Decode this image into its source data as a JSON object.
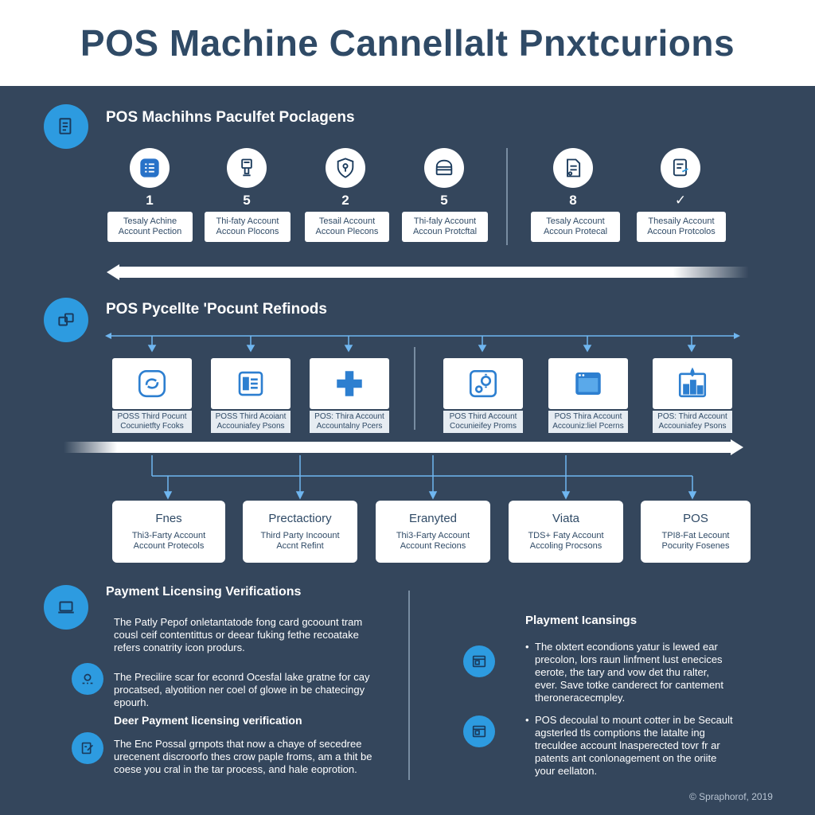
{
  "title": "POS Machine Cannellalt Pnxtcurions",
  "section1": {
    "title": "POS Machihns Paculfet Poclagens",
    "items": [
      {
        "num": "1",
        "label": "Tesaly Achine\nAccount Pection",
        "icon": "list-icon"
      },
      {
        "num": "5",
        "label": "Thi-faty Account\nAccoun Plocons",
        "icon": "pos-terminal-icon"
      },
      {
        "num": "2",
        "label": "Tesail Account\nAccoun Plecons",
        "icon": "lock-shield-icon"
      },
      {
        "num": "5",
        "label": "Thi-faly Account\nAccoun Protcftal",
        "icon": "chest-icon"
      },
      {
        "num": "8",
        "label": "Tesaly Account\nAccoun Protecal",
        "icon": "document-icon"
      },
      {
        "num": "✓",
        "label": "Thesaily Account\nAccoun Protcolos",
        "icon": "tablet-icon"
      }
    ]
  },
  "section2": {
    "title": "POS Pycellte 'Pocunt Refinods",
    "cards": [
      {
        "label": "POSS Third Pocunt\nCocunietfty Fcoks",
        "icon": "refresh-icon"
      },
      {
        "label": "POSS Third Acoiant\nAccouniafey Psons",
        "icon": "list-card-icon"
      },
      {
        "label": "POS: Thira Account\nAccountalny Pcers",
        "icon": "plus-icon"
      },
      {
        "label": "POS Third Account\nCocunieifey Proms",
        "icon": "gear-icon"
      },
      {
        "label": "POS Thira Account\nAccouniz:liel Pcerns",
        "icon": "browser-icon"
      },
      {
        "label": "POS: Third Account\nAccouniafey Psons",
        "icon": "chart-icon"
      }
    ]
  },
  "flow": {
    "boxes": [
      {
        "title": "Fnes",
        "sub": "Thi3-Farty Account\nAccount Protecols"
      },
      {
        "title": "Prectactiory",
        "sub": "Third Party Incoount\nAccnt Refint"
      },
      {
        "title": "Eranyted",
        "sub": "Thi3-Farty Account\nAccount Recions"
      },
      {
        "title": "Viata",
        "sub": "TDS+ Faty Account\nAccoling Procsons"
      },
      {
        "title": "POS",
        "sub": "TPI8-Fat Lecount\nPocurity Fosenes"
      }
    ]
  },
  "section3": {
    "title": "Payment Licensing Verifications",
    "para1": "The Patly Pepof onletantatode fong card gcoount tram\ncousl ceif contentittus or deear fuking fethe recoatake\nrefers conatrity icon produrs.",
    "para2": "The Precilire scar for econrd Ocesfal lake gratne for cay\nprocatsed, alyotition ner coel of glowe in be chatecingy\nepourh.",
    "subtitle": "Deer Payment licensing verification",
    "para3": "The Enc Possal grnpots that now a chaye of secedree\nurecenent discroorfo thes crow paple froms, am a thit be\ncoese you cral in the tar process, and hale eoprotion."
  },
  "section4": {
    "title": "Playment Icansings",
    "bullet1": "The olxtert econdions yatur is lewed ear\nprecolon, lors raun linfment lust enecices\neerote, the tary and vow det thu ralter,\never. Save totke canderect for cantement\ntheroneracecmpley.",
    "bullet2": "POS decoulal to mount cotter in be Secault\nagsterled tls comptions the latalte ing\ntreculdee account lnasperected tovr fr ar\npatents ant conlonagement on the oriite\nyour eellaton."
  },
  "footer": "© Spraphorof, 2019",
  "colors": {
    "background": "#34465c",
    "accent": "#2d9be0",
    "title": "#2f4a66",
    "connector": "#6fb6f0"
  }
}
